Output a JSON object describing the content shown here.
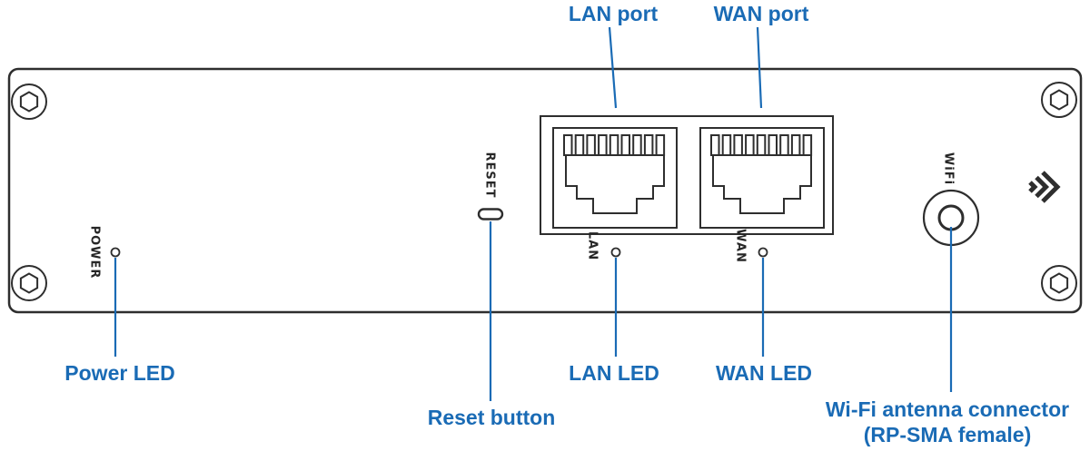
{
  "colors": {
    "accent_blue": "#1a6bb5",
    "outline_dark": "#2e2e2e",
    "background": "#ffffff"
  },
  "device": {
    "panel_labels": {
      "power": "POWER",
      "reset": "RESET",
      "lan": "LAN",
      "wan": "WAN",
      "wifi": "WiFi"
    }
  },
  "callouts": {
    "lan_port": "LAN port",
    "wan_port": "WAN port",
    "power_led": "Power LED",
    "reset_button": "Reset button",
    "lan_led": "LAN LED",
    "wan_led": "WAN LED",
    "wifi_line1": "Wi-Fi antenna connector",
    "wifi_line2": "(RP-SMA female)"
  }
}
